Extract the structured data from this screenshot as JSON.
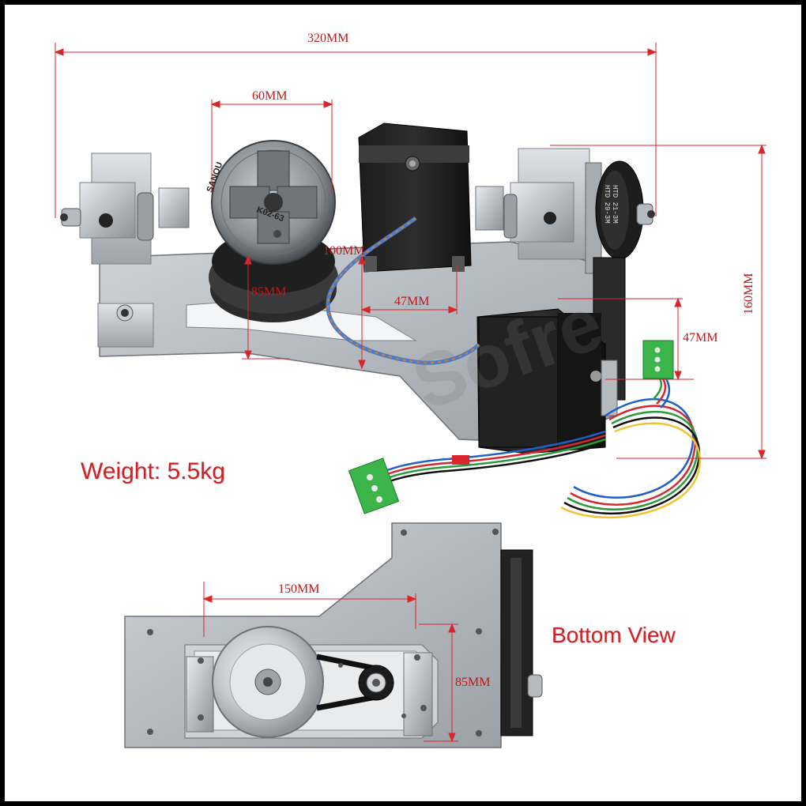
{
  "dimensions": {
    "overall_length": "320MM",
    "chuck_diameter": "60MM",
    "center_height_top": "100MM",
    "center_height_side": "85MM",
    "motor_width_top": "47MM",
    "motor_width_side": "47MM",
    "total_height": "160MM",
    "bottom_length": "150MM",
    "bottom_height": "85MM"
  },
  "labels": {
    "weight": "Weight: 5.5kg",
    "bottom_view": "Bottom View"
  },
  "chuck": {
    "brand": "SANOU",
    "model": "K02-63"
  },
  "pulley": {
    "line1": "HTD 21-3M",
    "line2": "HTD 29-3M"
  },
  "watermark": "Sofre",
  "colors": {
    "dimension_red": "#c0181a",
    "label_red": "#d21f24",
    "frame_black": "#000000",
    "connector_green": "#3bb54a"
  }
}
